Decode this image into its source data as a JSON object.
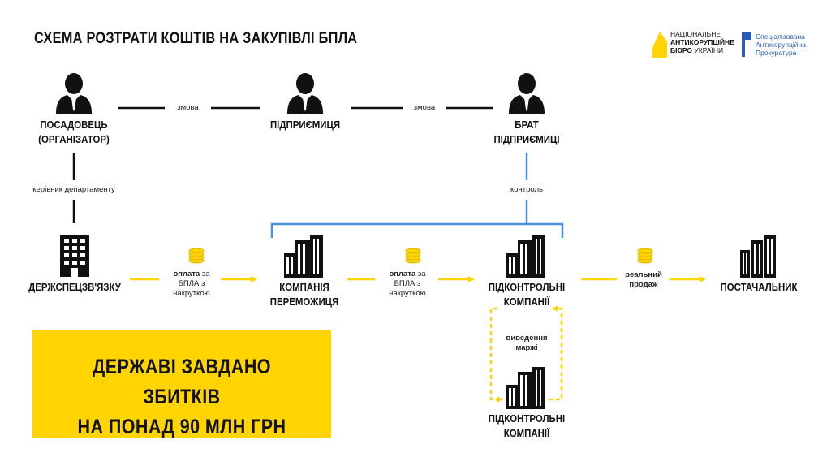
{
  "title": "СХЕМА РОЗТРАТИ КОШТІВ НА ЗАКУПІВЛІ  БПЛА",
  "logos": {
    "nabu": [
      "НАЦІОНАЛЬНЕ",
      "АНТИКОРУПЦІЙНЕ",
      "БЮРО",
      "УКРАЇНИ"
    ],
    "sap": [
      "Спеціалізована",
      "Антикорупційна",
      "Прокуратура"
    ]
  },
  "people": {
    "official": [
      "ПОСАДОВЕЦЬ",
      "(ОРГАНІЗАТОР)"
    ],
    "entrepreneur": "ПІДПРИЄМИЦЯ",
    "brother": [
      "БРАТ",
      "ПІДПРИЄМИЦІ"
    ]
  },
  "links": {
    "conspiracy_1": "змова",
    "conspiracy_2": "змова",
    "department_head": "керівник департаменту",
    "control": "контроль"
  },
  "entities": {
    "state": "ДЕРЖСПЕЦЗВ'ЯЗКУ",
    "winner": [
      "КОМПАНІЯ",
      "ПЕРЕМОЖИЦЯ"
    ],
    "controlled_1": [
      "ПІДКОНТРОЛЬНІ",
      "КОМПАНІЇ"
    ],
    "supplier": "ПОСТАЧАЛЬНИК",
    "controlled_2": [
      "ПІДКОНТРОЛЬНІ",
      "КОМПАНІЇ"
    ]
  },
  "flows": {
    "pay_1": {
      "bold": "оплата",
      "rest1": " за",
      "rest2": "БПЛА з",
      "rest3": "накруткою"
    },
    "pay_2": {
      "bold": "оплата",
      "rest1": " за",
      "rest2": "БПЛА з",
      "rest3": "накруткою"
    },
    "real_sale": [
      "реальний",
      "продаж"
    ],
    "margin": [
      "виведення",
      "маржі"
    ]
  },
  "damage": [
    "ДЕРЖАВІ ЗАВДАНО ЗБИТКІВ",
    "НА ПОНАД 90 МЛН ГРН"
  ],
  "colors": {
    "accent_yellow": "#FFD400",
    "control_blue": "#4A90D9",
    "ink": "#111111"
  },
  "icons": [
    "person-icon",
    "building-icon",
    "coins-icon"
  ]
}
